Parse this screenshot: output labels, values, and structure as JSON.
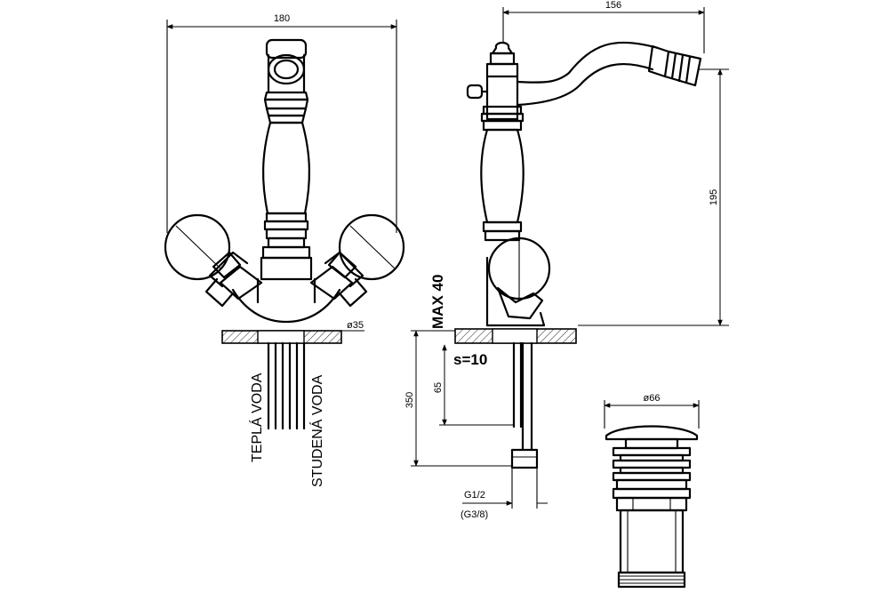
{
  "dimensions": {
    "front_width": "180",
    "side_width": "156",
    "height_total": "195",
    "hole_diameter": "ø35",
    "max_thickness": "MAX 40",
    "wall": "s=10",
    "hose_length": "350",
    "thread_length": "65",
    "thread_main": "G1/2",
    "thread_alt": "(G3/8)",
    "drain_diameter": "ø66"
  },
  "labels": {
    "hot_water": "TEPLÁ VODA",
    "cold_water": "STUDENÁ VODA"
  }
}
